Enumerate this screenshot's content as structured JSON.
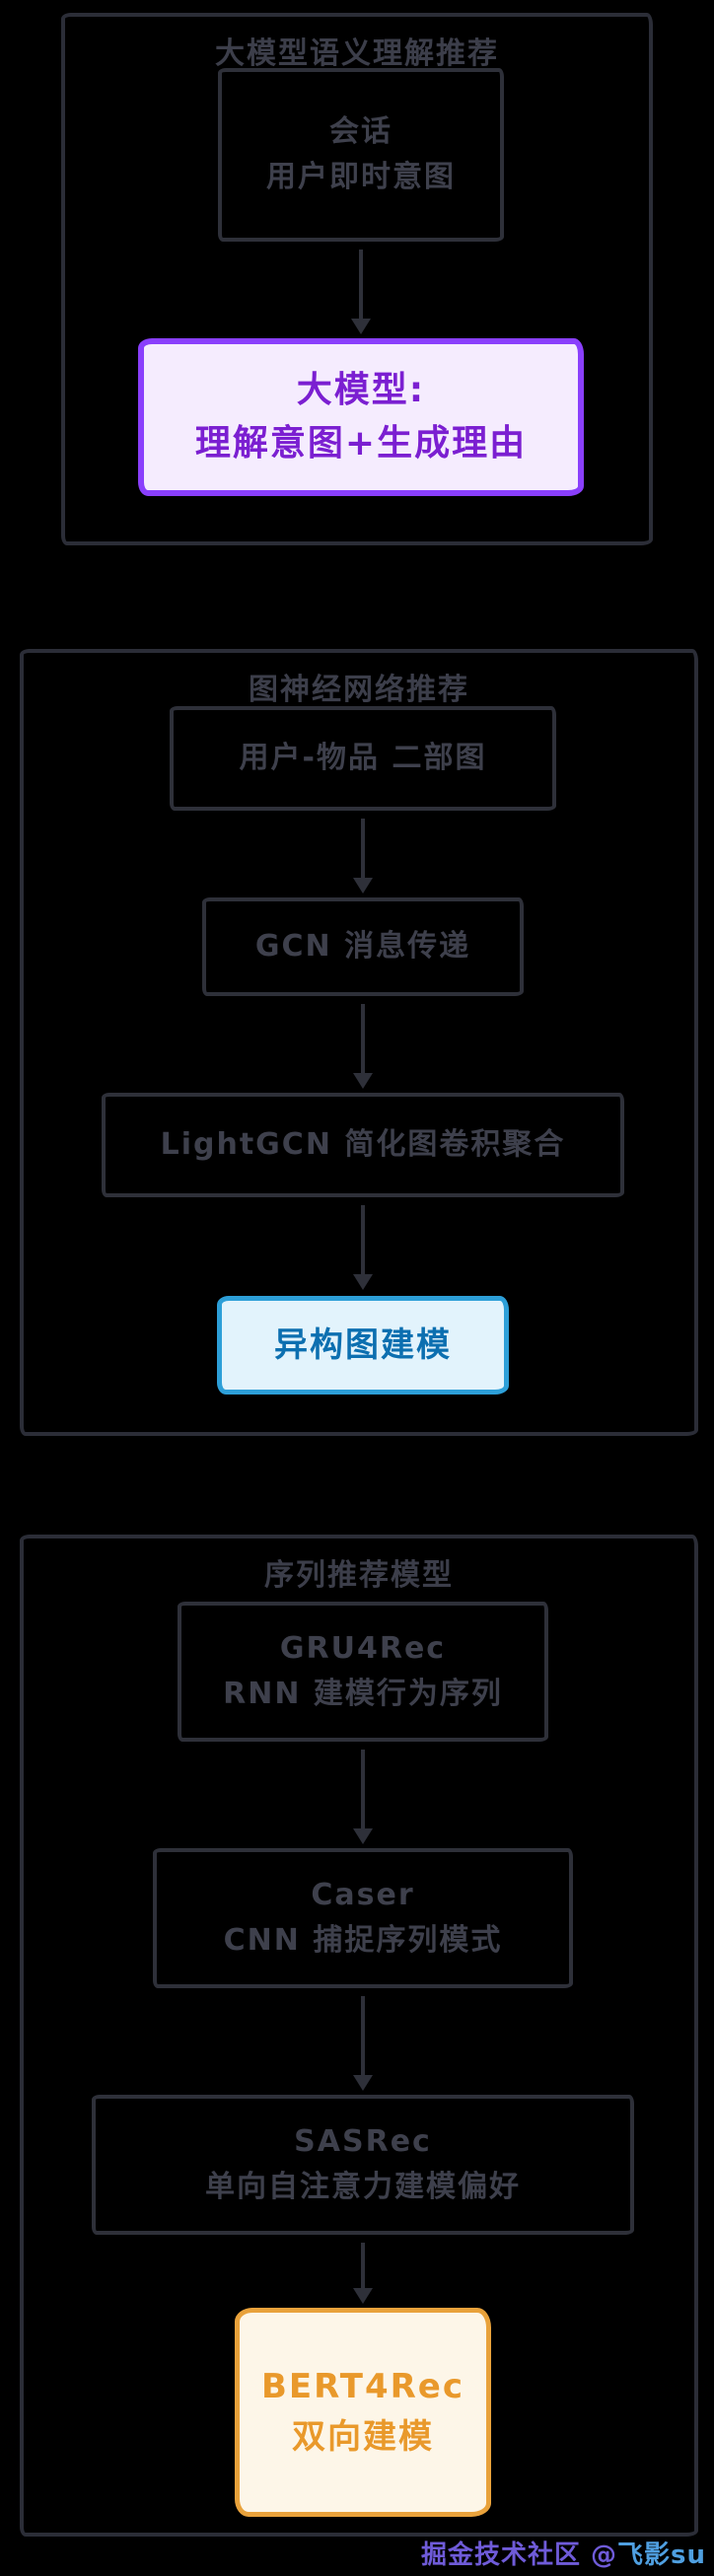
{
  "colors": {
    "background": "#000000",
    "frame": "#2b2d37",
    "dark_text": "#3e404c",
    "purple_border": "#8a3ffc",
    "purple_bg": "#f5ecfe",
    "purple_text": "#7b1fd1",
    "blue_border": "#2d9fd8",
    "blue_bg": "#e2f3fc",
    "blue_text": "#0c6fb0",
    "orange_border": "#e9a23b",
    "orange_bg": "#fdf6e8",
    "orange_text": "#e9992b",
    "watermark_prefix_color": "#6f5bd8",
    "watermark_author_color": "#4f9fe0"
  },
  "sections": [
    {
      "id": "llm",
      "title": "大模型语义理解推荐",
      "boxes": [
        {
          "lines": [
            "会话",
            "用户即时意图"
          ]
        }
      ],
      "highlight": {
        "lines": [
          "大模型:",
          "理解意图+生成理由"
        ]
      }
    },
    {
      "id": "graph",
      "title": "图神经网络推荐",
      "boxes": [
        {
          "lines": [
            "用户-物品 二部图"
          ]
        },
        {
          "lines": [
            "GCN 消息传递"
          ]
        },
        {
          "lines": [
            "LightGCN 简化图卷积聚合"
          ]
        }
      ],
      "highlight": {
        "lines": [
          "异构图建模"
        ]
      }
    },
    {
      "id": "sequence",
      "title": "序列推荐模型",
      "boxes": [
        {
          "lines": [
            "GRU4Rec",
            "RNN 建模行为序列"
          ]
        },
        {
          "lines": [
            "Caser",
            "CNN 捕捉序列模式"
          ]
        },
        {
          "lines": [
            "SASRec",
            "单向自注意力建模偏好"
          ]
        }
      ],
      "highlight": {
        "lines": [
          "BERT4Rec",
          "双向建模"
        ]
      }
    }
  ],
  "watermark": {
    "prefix": "掘金技术社区 @",
    "author": "飞影su"
  }
}
